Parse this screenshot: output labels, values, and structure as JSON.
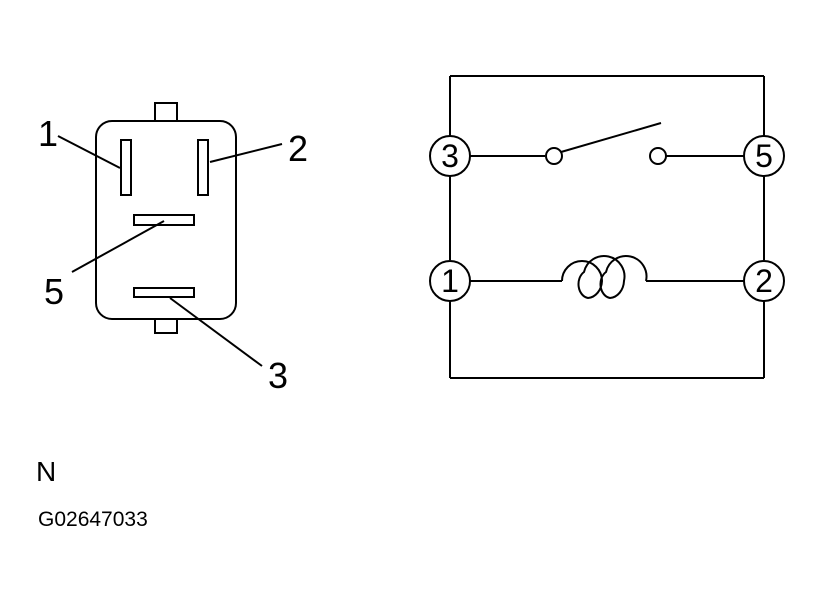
{
  "connector": {
    "pin_labels": {
      "pin1": "1",
      "pin2": "2",
      "pin5": "5",
      "pin3": "3"
    }
  },
  "schematic": {
    "terminals": {
      "t3": "3",
      "t5": "5",
      "t1": "1",
      "t2": "2"
    }
  },
  "caption": {
    "code": "N",
    "id": "G02647033"
  }
}
